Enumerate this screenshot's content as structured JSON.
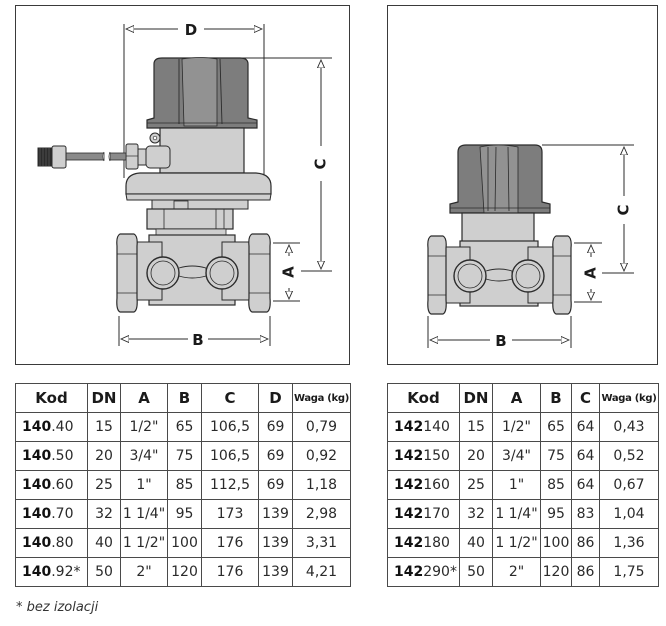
{
  "figures": {
    "left": {
      "dimension_labels": {
        "D": "D",
        "C": "C",
        "A": "A",
        "B": "B"
      }
    },
    "right": {
      "dimension_labels": {
        "C": "C",
        "A": "A",
        "B": "B"
      }
    }
  },
  "colors": {
    "knob_dark": "#7a7a7a",
    "knob_mid": "#8c8c8c",
    "body_light": "#cfcfcf",
    "outline": "#2b2b2b"
  },
  "tables": {
    "left": {
      "headers": [
        "Kod",
        "DN",
        "A",
        "B",
        "C",
        "D",
        "Waga (kg)"
      ],
      "rows": [
        {
          "kod_prefix": "140",
          "kod_suffix": ".40",
          "dn": "15",
          "a": "1/2\"",
          "b": "65",
          "c": "106,5",
          "d": "69",
          "waga": "0,79"
        },
        {
          "kod_prefix": "140",
          "kod_suffix": ".50",
          "dn": "20",
          "a": "3/4\"",
          "b": "75",
          "c": "106,5",
          "d": "69",
          "waga": "0,92"
        },
        {
          "kod_prefix": "140",
          "kod_suffix": ".60",
          "dn": "25",
          "a": "1\"",
          "b": "85",
          "c": "112,5",
          "d": "69",
          "waga": "1,18"
        },
        {
          "kod_prefix": "140",
          "kod_suffix": ".70",
          "dn": "32",
          "a": "1 1/4\"",
          "b": "95",
          "c": "173",
          "d": "139",
          "waga": "2,98"
        },
        {
          "kod_prefix": "140",
          "kod_suffix": ".80",
          "dn": "40",
          "a": "1 1/2\"",
          "b": "100",
          "c": "176",
          "d": "139",
          "waga": "3,31"
        },
        {
          "kod_prefix": "140",
          "kod_suffix": ".92*",
          "dn": "50",
          "a": "2\"",
          "b": "120",
          "c": "176",
          "d": "139",
          "waga": "4,21"
        }
      ]
    },
    "right": {
      "headers": [
        "Kod",
        "DN",
        "A",
        "B",
        "C",
        "Waga (kg)"
      ],
      "rows": [
        {
          "kod_prefix": "142",
          "kod_suffix": "140",
          "dn": "15",
          "a": "1/2\"",
          "b": "65",
          "c": "64",
          "waga": "0,43"
        },
        {
          "kod_prefix": "142",
          "kod_suffix": "150",
          "dn": "20",
          "a": "3/4\"",
          "b": "75",
          "c": "64",
          "waga": "0,52"
        },
        {
          "kod_prefix": "142",
          "kod_suffix": "160",
          "dn": "25",
          "a": "1\"",
          "b": "85",
          "c": "64",
          "waga": "0,67"
        },
        {
          "kod_prefix": "142",
          "kod_suffix": "170",
          "dn": "32",
          "a": "1 1/4\"",
          "b": "95",
          "c": "83",
          "waga": "1,04"
        },
        {
          "kod_prefix": "142",
          "kod_suffix": "180",
          "dn": "40",
          "a": "1 1/2\"",
          "b": "100",
          "c": "86",
          "waga": "1,36"
        },
        {
          "kod_prefix": "142",
          "kod_suffix": "290*",
          "dn": "50",
          "a": "2\"",
          "b": "120",
          "c": "86",
          "waga": "1,75"
        }
      ]
    }
  },
  "footnote": "* bez izolacji"
}
